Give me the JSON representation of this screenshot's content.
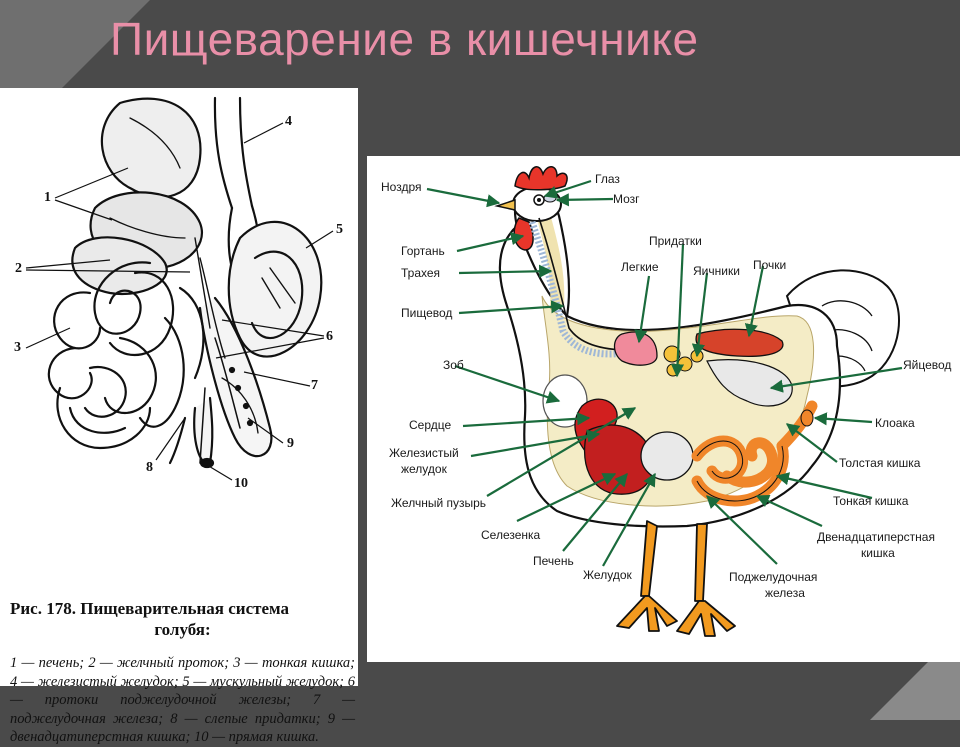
{
  "slide": {
    "title": "Пищеварение в кишечнике"
  },
  "pigeon": {
    "callouts": [
      "1",
      "2",
      "3",
      "4",
      "5",
      "6",
      "7",
      "8",
      "9",
      "10"
    ],
    "caption_heading_1": "Рис. 178. Пищеварительная система",
    "caption_heading_2": "голубя:",
    "caption_body": "1 — печень; 2 — желчный проток; 3 — тонкая кишка; 4 — железистый желудок; 5 — мускульный желудок; 6 — протоки поджелудочной железы; 7 — поджелудочная железа; 8 — слепые придатки; 9 — двенадцатиперстная кишка; 10 — прямая кишка."
  },
  "chicken": {
    "labels": {
      "nozdrya": "Ноздря",
      "glaz": "Глаз",
      "mozg": "Мозг",
      "pridatki": "Придатки",
      "gortan": "Гортань",
      "trakheya": "Трахея",
      "legkie": "Легкие",
      "yaichniki": "Яичники",
      "pochki": "Почки",
      "pishchevod": "Пищевод",
      "zob": "Зоб",
      "yaytsevod": "Яйцевод",
      "serdtse": "Сердце",
      "kloaka": "Клоака",
      "zhelezisty_1": "Железистый",
      "zhelezisty_2": "желудок",
      "tolstaya": "Толстая кишка",
      "zhelchny": "Желчный пузырь",
      "tonkaya": "Тонкая кишка",
      "selezenka": "Селезенка",
      "dvenadtsati_1": "Двенадцатиперстная",
      "dvenadtsati_2": "кишка",
      "pechen": "Печень",
      "zheludok": "Желудок",
      "podzheludochnaya_1": "Поджелудочная",
      "podzheludochnaya_2": "железа"
    }
  },
  "colors": {
    "title": "#e98fa8",
    "arrow": "#1a6b3c",
    "comb": "#e8352a",
    "intestine": "#f0862a",
    "liver": "#c21f1f",
    "leg": "#f29a1f"
  }
}
